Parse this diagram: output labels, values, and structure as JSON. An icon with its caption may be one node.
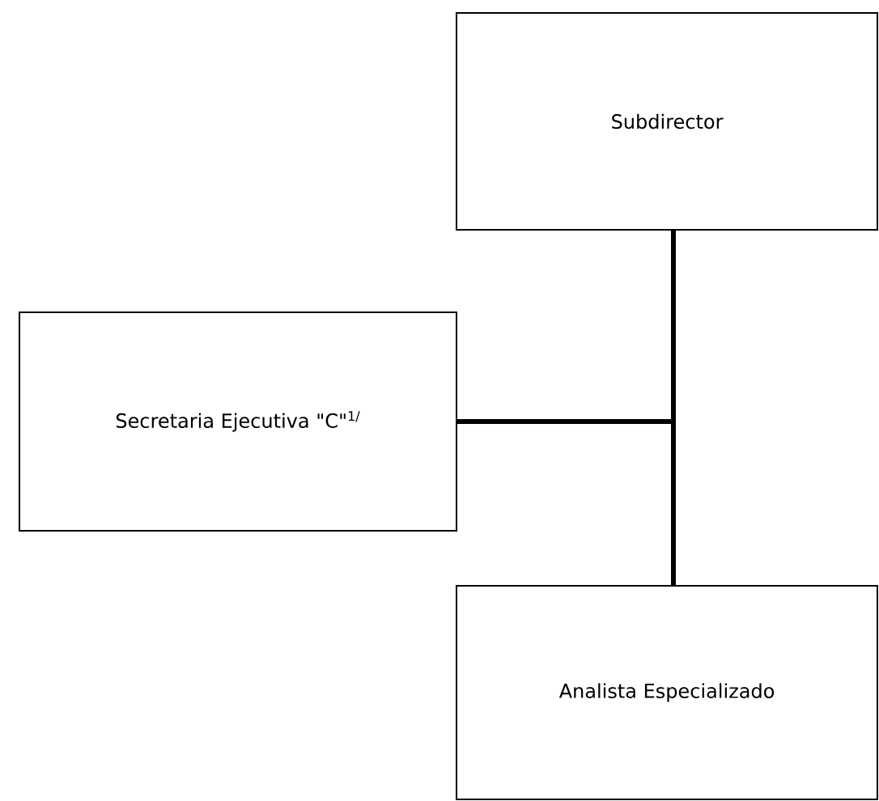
{
  "diagram": {
    "nodes": [
      {
        "text": [
          "Subdirector"
        ]
      },
      {
        "text": [
          "Secretaria Ejecutiva \"C\"$^{1/}$"
        ]
      },
      {
        "text": [
          "Analista Especializado"
        ]
      }
    ],
    "edges": [
      {
        "from": 0,
        "to": 1,
        "arrow": "none"
      },
      {
        "from": 0,
        "to": 2,
        "arrow": "none"
      }
    ]
  }
}
